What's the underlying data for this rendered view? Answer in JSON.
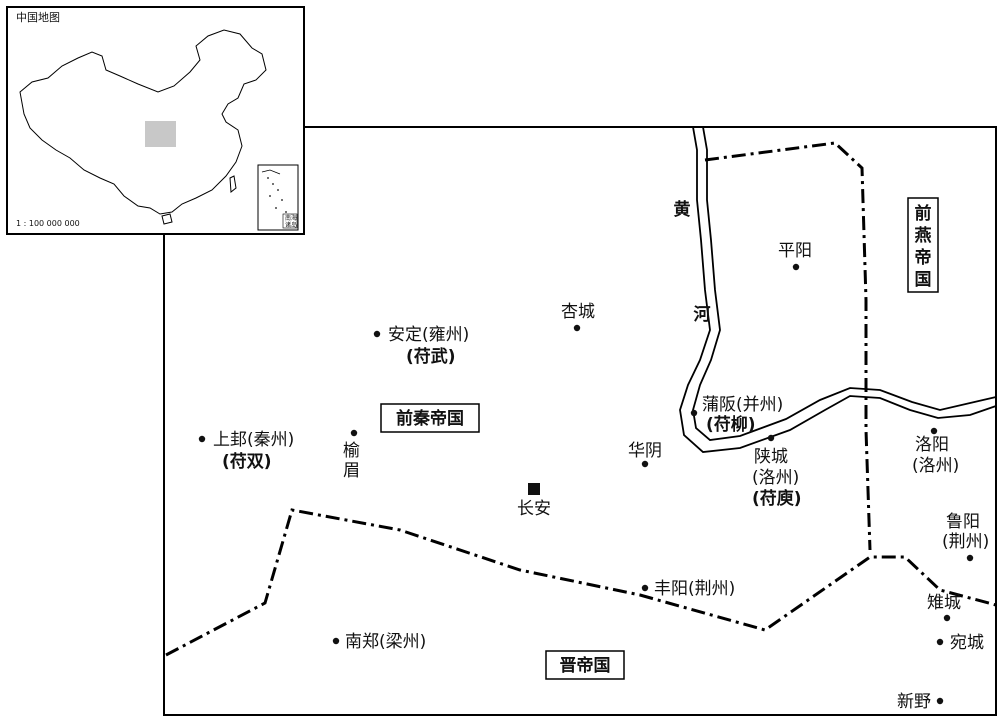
{
  "inset": {
    "title": "中国地图",
    "scale": "1 : 100 000 000",
    "south_sea_label_1": "南海",
    "south_sea_label_2": "诸岛"
  },
  "empires": {
    "qian_qin": "前秦帝国",
    "jin": "晋帝国",
    "qian_yan": [
      "前",
      "燕",
      "帝",
      "国"
    ]
  },
  "river": {
    "name_1": "黄",
    "name_2": "河"
  },
  "capital": {
    "name": "长安"
  },
  "cities": {
    "pingyang": "平阳",
    "xingcheng": "杏城",
    "anding": "安定(雍州)",
    "anding_sub": "(苻武)",
    "shanggui": "上邽(秦州)",
    "shanggui_sub": "(苻双)",
    "yumei_1": "榆",
    "yumei_2": "眉",
    "puban": "蒲阪(并州)",
    "puban_sub": "(苻柳)",
    "huayin": "华阴",
    "shancheng_1": "陕城",
    "shancheng_2": "(洛州)",
    "shancheng_3": "(苻庾)",
    "luoyang_1": "洛阳",
    "luoyang_2": "(洛州)",
    "luyang_1": "鲁阳",
    "luyang_2": "(荆州)",
    "fengyang": "丰阳(荆州)",
    "zhicheng": "雉城",
    "wancheng": "宛城",
    "nanzheng": "南郑(梁州)",
    "xinye": "新野"
  }
}
